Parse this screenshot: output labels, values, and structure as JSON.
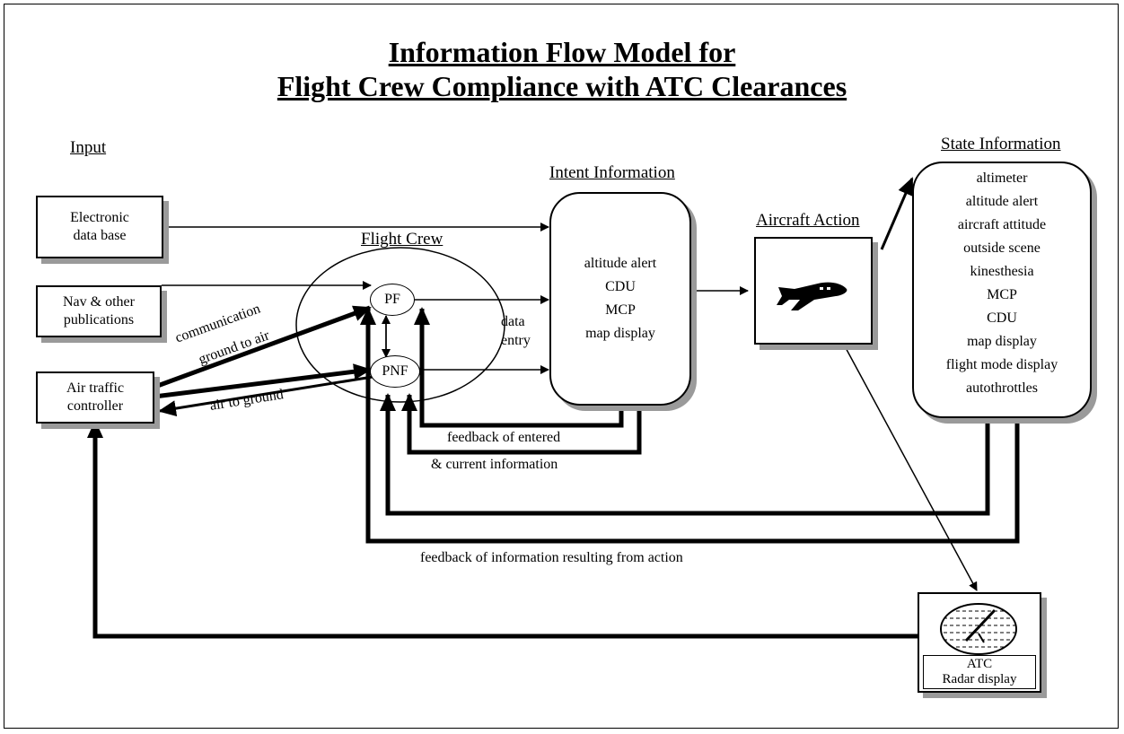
{
  "title": {
    "line1": "Information Flow Model for",
    "line2": "Flight Crew Compliance with ATC Clearances"
  },
  "headers": {
    "input": "Input",
    "flight_crew": "Flight Crew",
    "intent": "Intent Information",
    "aircraft_action": "Aircraft Action",
    "state": "State Information"
  },
  "inputs": {
    "electronic_db": "Electronic\ndata base",
    "nav_publications": "Nav & other\npublications",
    "atc": "Air traffic\ncontroller"
  },
  "crew": {
    "pf": "PF",
    "pnf": "PNF"
  },
  "intent_items": [
    "altitude alert",
    "CDU",
    "MCP",
    "map display"
  ],
  "state_items": [
    "altimeter",
    "altitude alert",
    "aircraft attitude",
    "outside scene",
    "kinesthesia",
    "MCP",
    "CDU",
    "map display",
    "flight mode display",
    "autothrottles"
  ],
  "labels": {
    "communication": "communication",
    "ground_to_air": "ground to air",
    "air_to_ground": "air to ground",
    "data_entry_1": "data",
    "data_entry_2": "entry",
    "feedback_entered_1": "feedback of entered",
    "feedback_entered_2": "& current information",
    "feedback_action": "feedback of information resulting from action"
  },
  "radar": {
    "label_1": "ATC",
    "label_2": "Radar display"
  },
  "icons": {
    "aircraft": "airplane-icon",
    "radar": "radar-scope-icon"
  }
}
